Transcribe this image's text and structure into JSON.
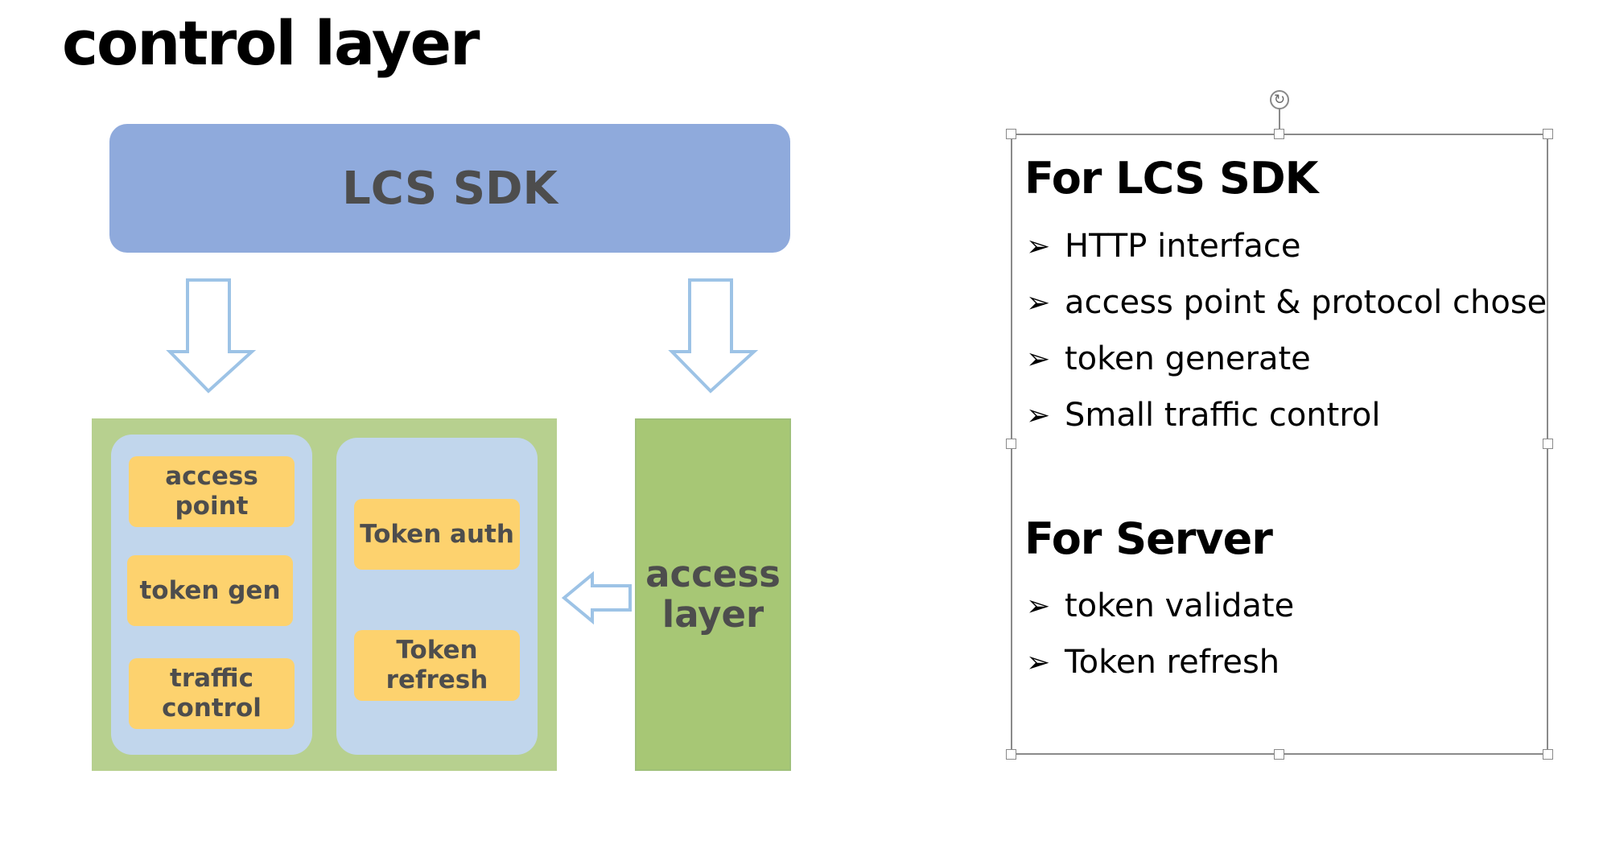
{
  "title": "control layer",
  "diagram": {
    "sdk_label": "LCS SDK",
    "control_layer": {
      "left_column": [
        "access point",
        "token gen",
        "traffic control"
      ],
      "right_column": [
        "Token auth",
        "Token refresh"
      ]
    },
    "access_layer_label": "access layer",
    "colors": {
      "sdk": "#8faadc",
      "control_layer": "#b7d08f",
      "column_panel": "#c1d6ec",
      "chip": "#fdd26e",
      "access_layer": "#a7c775",
      "arrow_stroke": "#9dc3e6"
    }
  },
  "text_panel": {
    "sdk_heading": "For LCS SDK",
    "sdk_items": [
      "HTTP interface",
      "access point & protocol chose",
      "token generate",
      "Small traffic control"
    ],
    "server_heading": "For Server",
    "server_items": [
      "token validate",
      "Token refresh"
    ],
    "bullet_icon": "arrow-bullet-icon",
    "bullet_glyph": "➢",
    "rotate_icon": "rotate-icon",
    "rotate_glyph": "↻"
  }
}
